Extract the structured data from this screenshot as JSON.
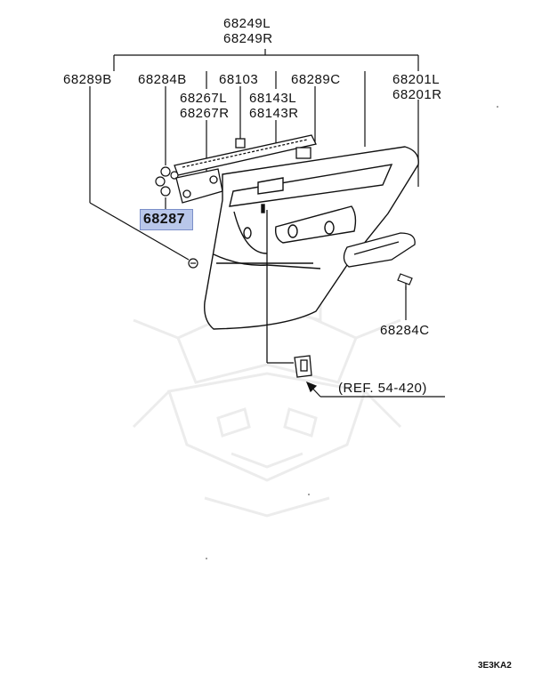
{
  "callouts": {
    "p68249": "68249L",
    "p68249r": "68249R",
    "p68289b": "68289B",
    "p68284b": "68284B",
    "p68103": "68103",
    "p68289c": "68289C",
    "p68201l": "68201L",
    "p68201r": "68201R",
    "p68267l": "68267L",
    "p68267r": "68267R",
    "p68143l": "68143L",
    "p68143r": "68143R",
    "p68287": "68287",
    "p68284c": "68284C",
    "ref": "(REF. 54-420)"
  },
  "diagram_code": "3E3KA2",
  "highlight_color": "#b9c7ea"
}
